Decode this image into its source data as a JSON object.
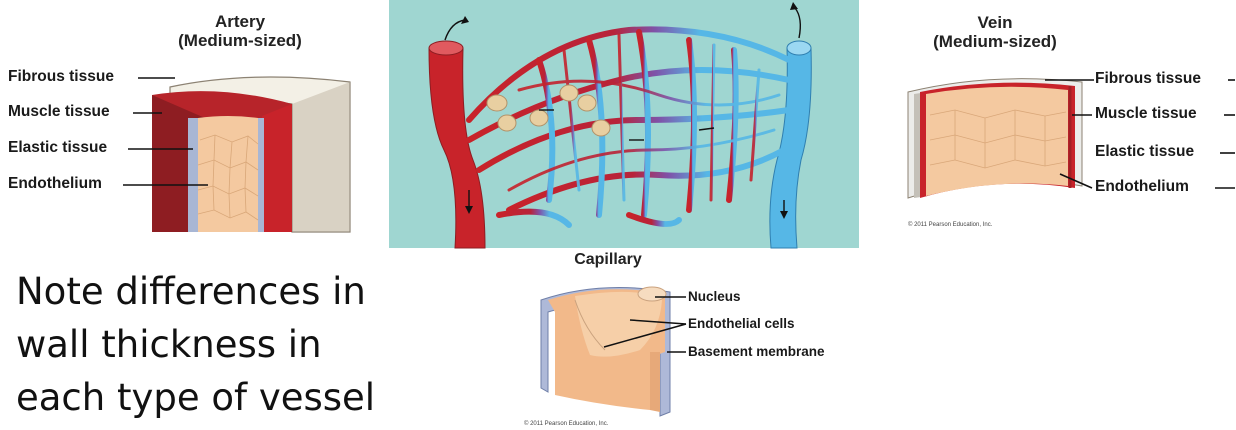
{
  "artery": {
    "title_line1": "Artery",
    "title_line2": "(Medium-sized)",
    "labels": [
      "Fibrous tissue",
      "Muscle tissue",
      "Elastic tissue",
      "Endothelium"
    ]
  },
  "vein": {
    "title_line1": "Vein",
    "title_line2": "(Medium-sized)",
    "labels": [
      "Fibrous tissue",
      "Muscle tissue",
      "Elastic tissue",
      "Endothelium"
    ],
    "copyright": "© 2011 Pearson Education, Inc."
  },
  "capillary": {
    "title": "Capillary",
    "labels": [
      "Nucleus",
      "Endothelial cells",
      "Basement membrane"
    ],
    "copyright": "© 2011 Pearson Education, Inc."
  },
  "note": {
    "lines": [
      "Note differences in",
      "wall thickness in",
      "each type of vessel"
    ]
  },
  "colors": {
    "artery_red": "#c8232a",
    "vein_blue": "#56b7e6",
    "panel_bg": "#9fd6d1",
    "tissue_peach": "#f4c9a0"
  }
}
